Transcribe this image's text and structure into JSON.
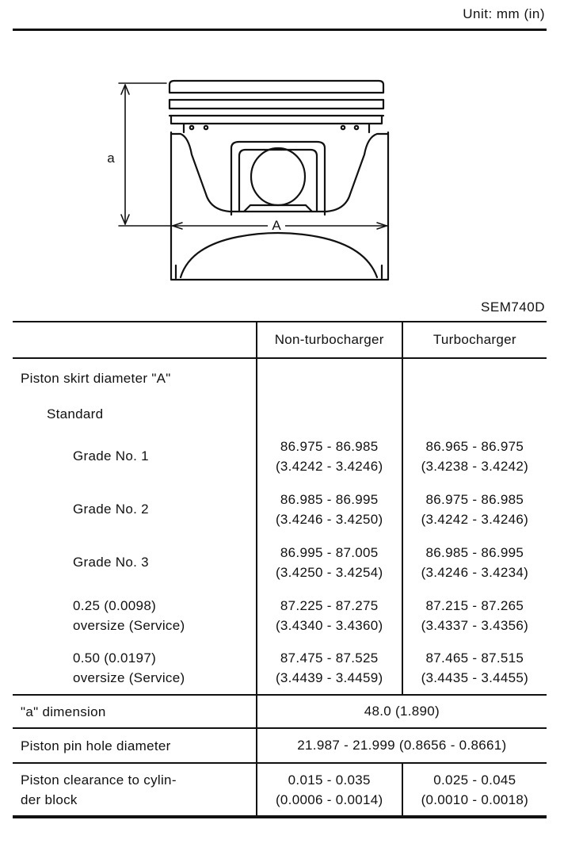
{
  "header": {
    "unit": "Unit: mm (in)",
    "figure_code": "SEM740D"
  },
  "diagram": {
    "label_a": "a",
    "label_A": "A"
  },
  "table": {
    "columns": [
      "Non-turbocharger",
      "Turbocharger"
    ],
    "skirt": {
      "label": "Piston skirt diameter \"A\"",
      "standard_label": "Standard",
      "grades": [
        {
          "label": "Grade No. 1",
          "non_turbo": [
            "86.975 - 86.985",
            "(3.4242 - 3.4246)"
          ],
          "turbo": [
            "86.965 - 86.975",
            "(3.4238 - 3.4242)"
          ]
        },
        {
          "label": "Grade No. 2",
          "non_turbo": [
            "86.985 - 86.995",
            "(3.4246 - 3.4250)"
          ],
          "turbo": [
            "86.975 - 86.985",
            "(3.4242 - 3.4246)"
          ]
        },
        {
          "label": "Grade No. 3",
          "non_turbo": [
            "86.995 - 87.005",
            "(3.4250 - 3.4254)"
          ],
          "turbo": [
            "86.985 - 86.995",
            "(3.4246 - 3.4234)"
          ]
        }
      ],
      "oversize": [
        {
          "label": [
            "0.25 (0.0098)",
            "oversize (Service)"
          ],
          "non_turbo": [
            "87.225 - 87.275",
            "(3.4340 - 3.4360)"
          ],
          "turbo": [
            "87.215 - 87.265",
            "(3.4337 - 3.4356)"
          ]
        },
        {
          "label": [
            "0.50 (0.0197)",
            "oversize (Service)"
          ],
          "non_turbo": [
            "87.475 - 87.525",
            "(3.4439 - 3.4459)"
          ],
          "turbo": [
            "87.465 - 87.515",
            "(3.4435 - 3.4455)"
          ]
        }
      ]
    },
    "a_dimension": {
      "label": "\"a\" dimension",
      "value": "48.0 (1.890)"
    },
    "pin_hole": {
      "label": "Piston pin hole diameter",
      "value": "21.987 - 21.999 (0.8656 - 0.8661)"
    },
    "clearance": {
      "label": [
        "Piston clearance to cylin-",
        "der block"
      ],
      "non_turbo": [
        "0.015 - 0.035",
        "(0.0006 - 0.0014)"
      ],
      "turbo": [
        "0.025 - 0.045",
        "(0.0010 - 0.0018)"
      ]
    }
  }
}
